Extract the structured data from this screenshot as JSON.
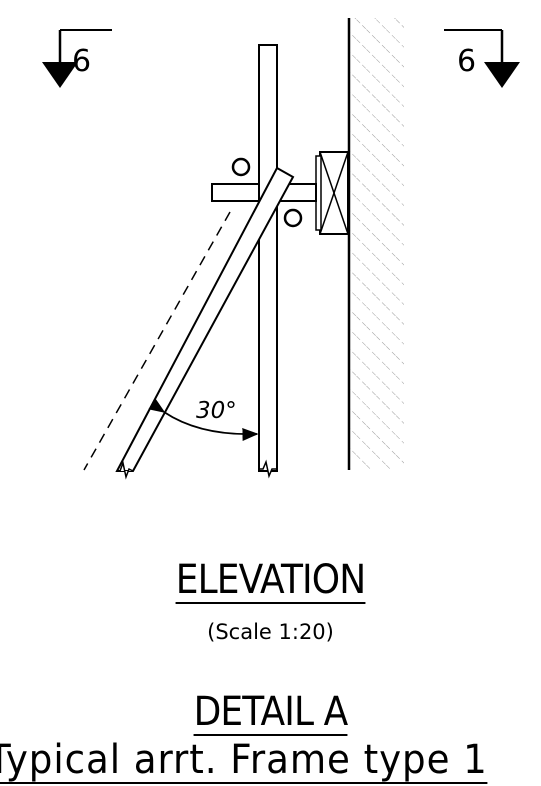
{
  "section_markers": {
    "left": "6",
    "right": "6"
  },
  "angle_label": "30°",
  "elevation": {
    "title": "ELEVATION",
    "scale": "(Scale  1:20)"
  },
  "detail": {
    "title": "DETAIL  A",
    "subtitle": "Typical  arrt.  Frame  type  1"
  }
}
